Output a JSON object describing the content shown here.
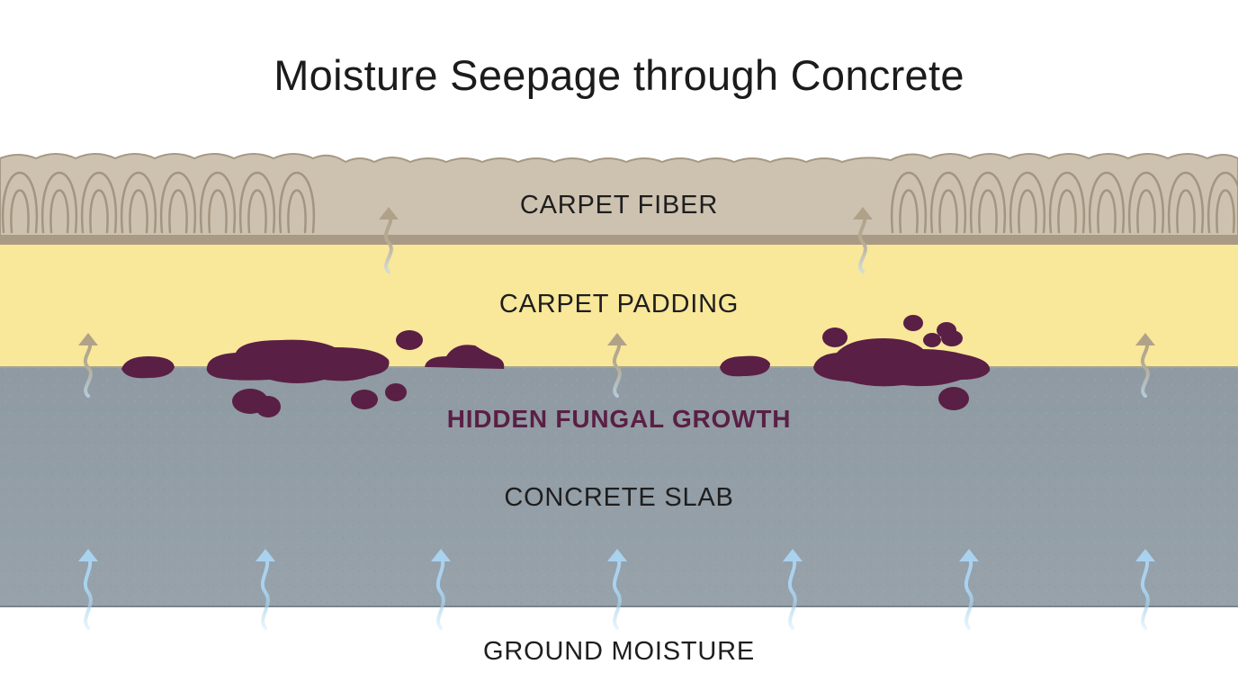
{
  "title": "Moisture Seepage through Concrete",
  "layers": {
    "carpet_fiber": "CARPET FIBER",
    "carpet_padding": "CARPET PADDING",
    "fungal_growth": "HIDDEN FUNGAL GROWTH",
    "concrete_slab": "CONCRETE SLAB",
    "ground_moisture": "GROUND MOISTURE"
  },
  "colors": {
    "carpet": "#cdc2b0",
    "carpet_outline": "#a69884",
    "carpet_backing": "#a89a85",
    "padding": "#f9e79a",
    "concrete": "#939ea6",
    "fungus": "#5a1f45",
    "moisture_arrow": "#a9d2ef",
    "vapor_arrow": "#b0a288"
  },
  "icons": {
    "moisture": "wavy-up-arrow-icon",
    "fungus": "fungus-blob-icon"
  }
}
